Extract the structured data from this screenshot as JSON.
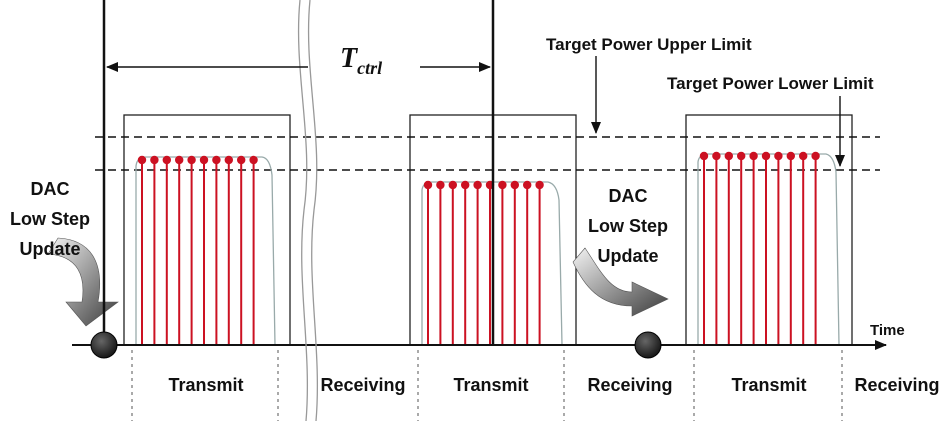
{
  "tctrl": {
    "symbol": "T",
    "subscript": "ctrl"
  },
  "target_upper_label": "Target Power Upper Limit",
  "target_lower_label": "Target Power Lower Limit",
  "dac_left": [
    "DAC",
    "Low Step",
    "Update"
  ],
  "dac_right": [
    "DAC",
    "Low Step",
    "Update"
  ],
  "time_label": "Time",
  "phases": [
    "Transmit",
    "Receiving",
    "Transmit",
    "Receiving",
    "Transmit",
    "Receiving"
  ],
  "bursts": [
    {
      "level": "above lower limit",
      "pulses": 10
    },
    {
      "level": "below lower limit",
      "pulses": 10
    },
    {
      "level": "above lower limit",
      "pulses": 10
    }
  ],
  "colors": {
    "pulse": "#cc1122",
    "line": "#111111",
    "marker": "#2a2a2a"
  }
}
